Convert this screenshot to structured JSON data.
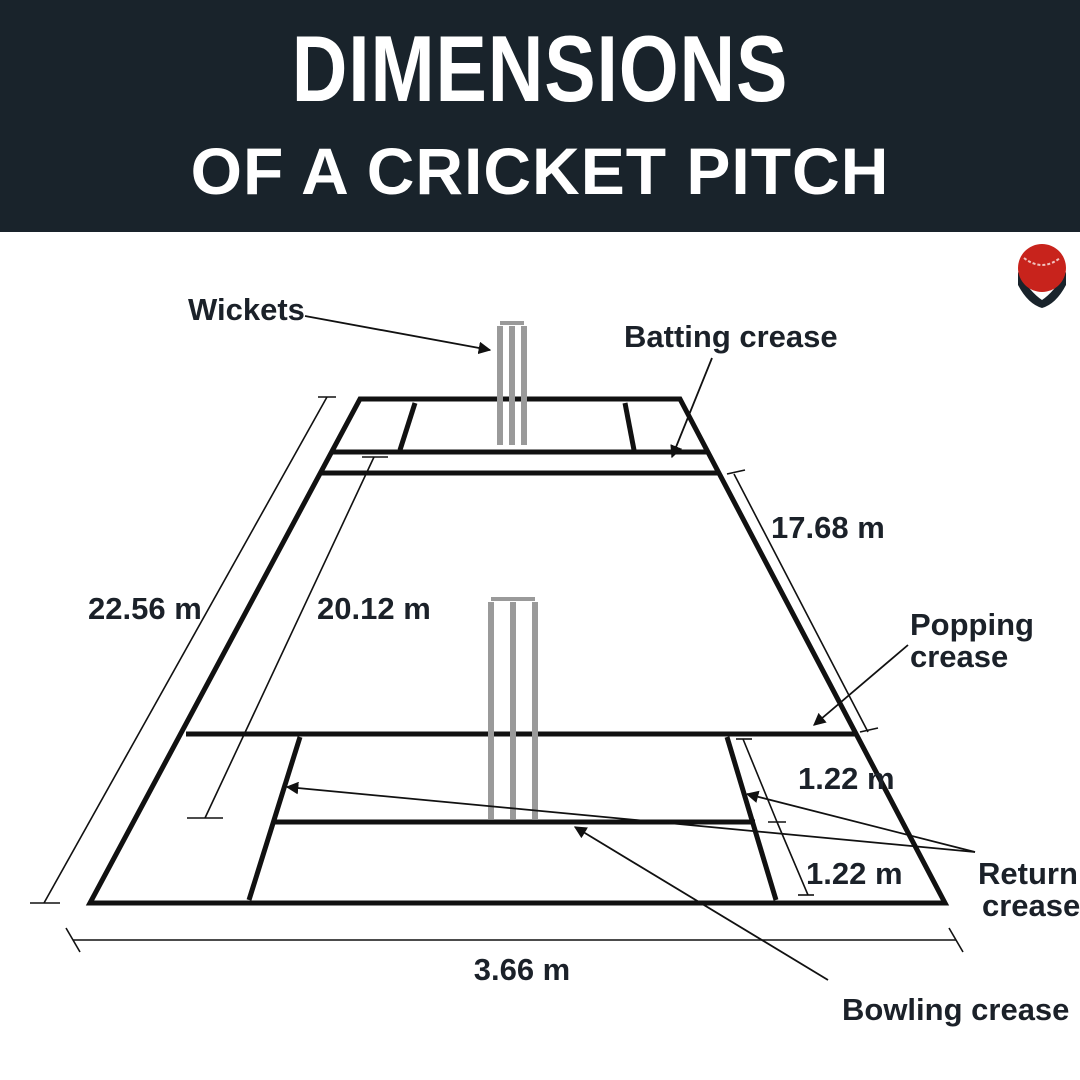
{
  "header": {
    "title": "DIMENSIONS",
    "subtitle": "OF A CRICKET PITCH"
  },
  "logo": {
    "icon": "cricket-ball-icon",
    "ball_color": "#c8231c"
  },
  "colors": {
    "header_bg": "#19232b",
    "text": "#1b2129",
    "stumps": "#9a9a9a"
  },
  "labels": {
    "wickets": "Wickets",
    "batting_crease": "Batting crease",
    "length_overall": "22.56 m",
    "length_between_creases": "20.12 m",
    "length_popping": "17.68 m",
    "popping_crease_line1": "Popping",
    "popping_crease_line2": "crease",
    "return_offset_1": "1.22 m",
    "return_offset_2": "1.22 m",
    "return_crease_line1": "Return",
    "return_crease_line2": "crease",
    "width": "3.66 m",
    "bowling_crease": "Bowling crease"
  }
}
